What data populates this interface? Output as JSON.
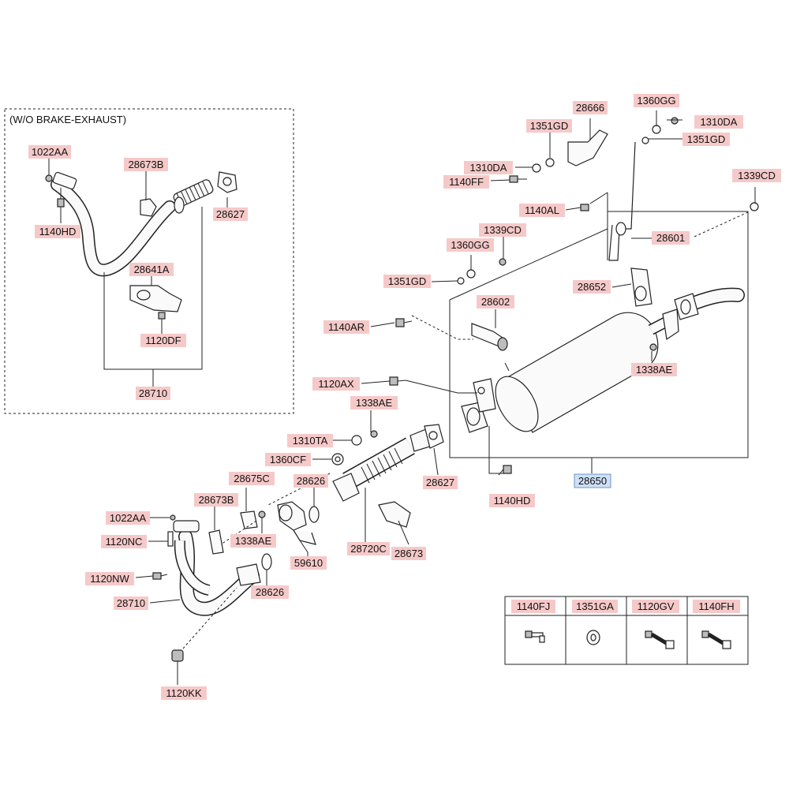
{
  "inset_title": "(W/O BRAKE-EXHAUST)",
  "labels": {
    "l_1022AA_a": "1022AA",
    "l_28673B_a": "28673B",
    "l_28627_a": "28627",
    "l_1140HD_a": "1140HD",
    "l_28641A": "28641A",
    "l_1120DF": "1120DF",
    "l_28710_a": "28710",
    "l_28666": "28666",
    "l_1360GG_a": "1360GG",
    "l_1351GD_a": "1351GD",
    "l_1310DA_a": "1310DA",
    "l_1351GD_b": "1351GD",
    "l_1310DA_b": "1310DA",
    "l_1140FF": "1140FF",
    "l_1339CD_a": "1339CD",
    "l_1140AL": "1140AL",
    "l_1339CD_b": "1339CD",
    "l_1360GG_b": "1360GG",
    "l_28601": "28601",
    "l_1351GD_c": "1351GD",
    "l_28652": "28652",
    "l_28602": "28602",
    "l_1140AR": "1140AR",
    "l_1338AE_a": "1338AE",
    "l_1120AX": "1120AX",
    "l_1338AE_b": "1338AE",
    "l_1310TA": "1310TA",
    "l_1360CF": "1360CF",
    "l_28627_b": "28627",
    "l_28650": "28650",
    "l_1140HD_b": "1140HD",
    "l_28675C": "28675C",
    "l_28626_a": "28626",
    "l_28673B_b": "28673B",
    "l_1022AA_b": "1022AA",
    "l_1120NC": "1120NC",
    "l_1338AE_c": "1338AE",
    "l_28720C": "28720C",
    "l_28673": "28673",
    "l_59610": "59610",
    "l_1120NW": "1120NW",
    "l_28626_b": "28626",
    "l_28710_b": "28710",
    "l_1120KK": "1120KK"
  },
  "fastener_table": {
    "headers": [
      "1140FJ",
      "1351GA",
      "1120GV",
      "1140FH"
    ]
  },
  "colors": {
    "label_fill": "#f6c9c9",
    "highlight_fill": "#cfe0f5",
    "line": "#222222"
  }
}
